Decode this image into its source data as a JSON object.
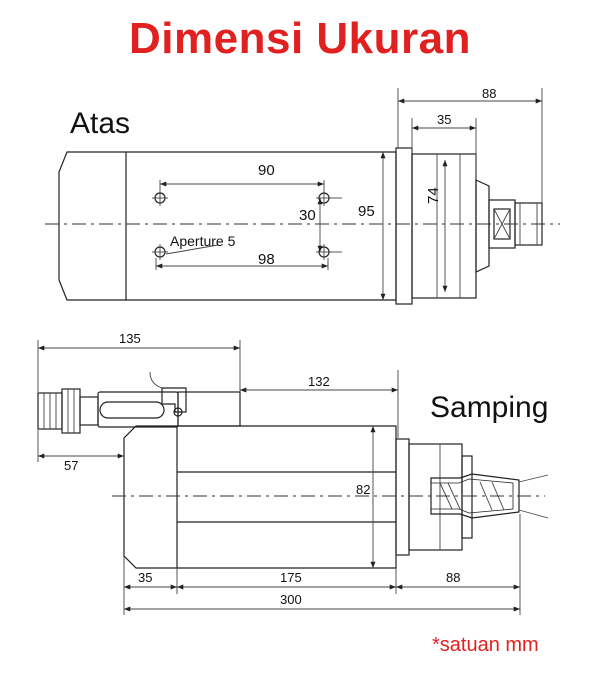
{
  "title": "Dimensi Ukuran",
  "footnote": "*satuan mm",
  "colors": {
    "title": "#e1211f",
    "footnote": "#e1211f",
    "line": "#222222"
  },
  "views": {
    "top": {
      "label": "Atas",
      "dims": {
        "d88": "88",
        "d35": "35",
        "d74": "74",
        "d95": "95",
        "d90": "90",
        "d30": "30",
        "d98": "98"
      },
      "aperture_label": "Aperture 5"
    },
    "side": {
      "label": "Samping",
      "dims": {
        "d135": "135",
        "d132": "132",
        "d57": "57",
        "d82": "82",
        "d35": "35",
        "d175": "175",
        "d88": "88",
        "d300": "300"
      }
    }
  }
}
